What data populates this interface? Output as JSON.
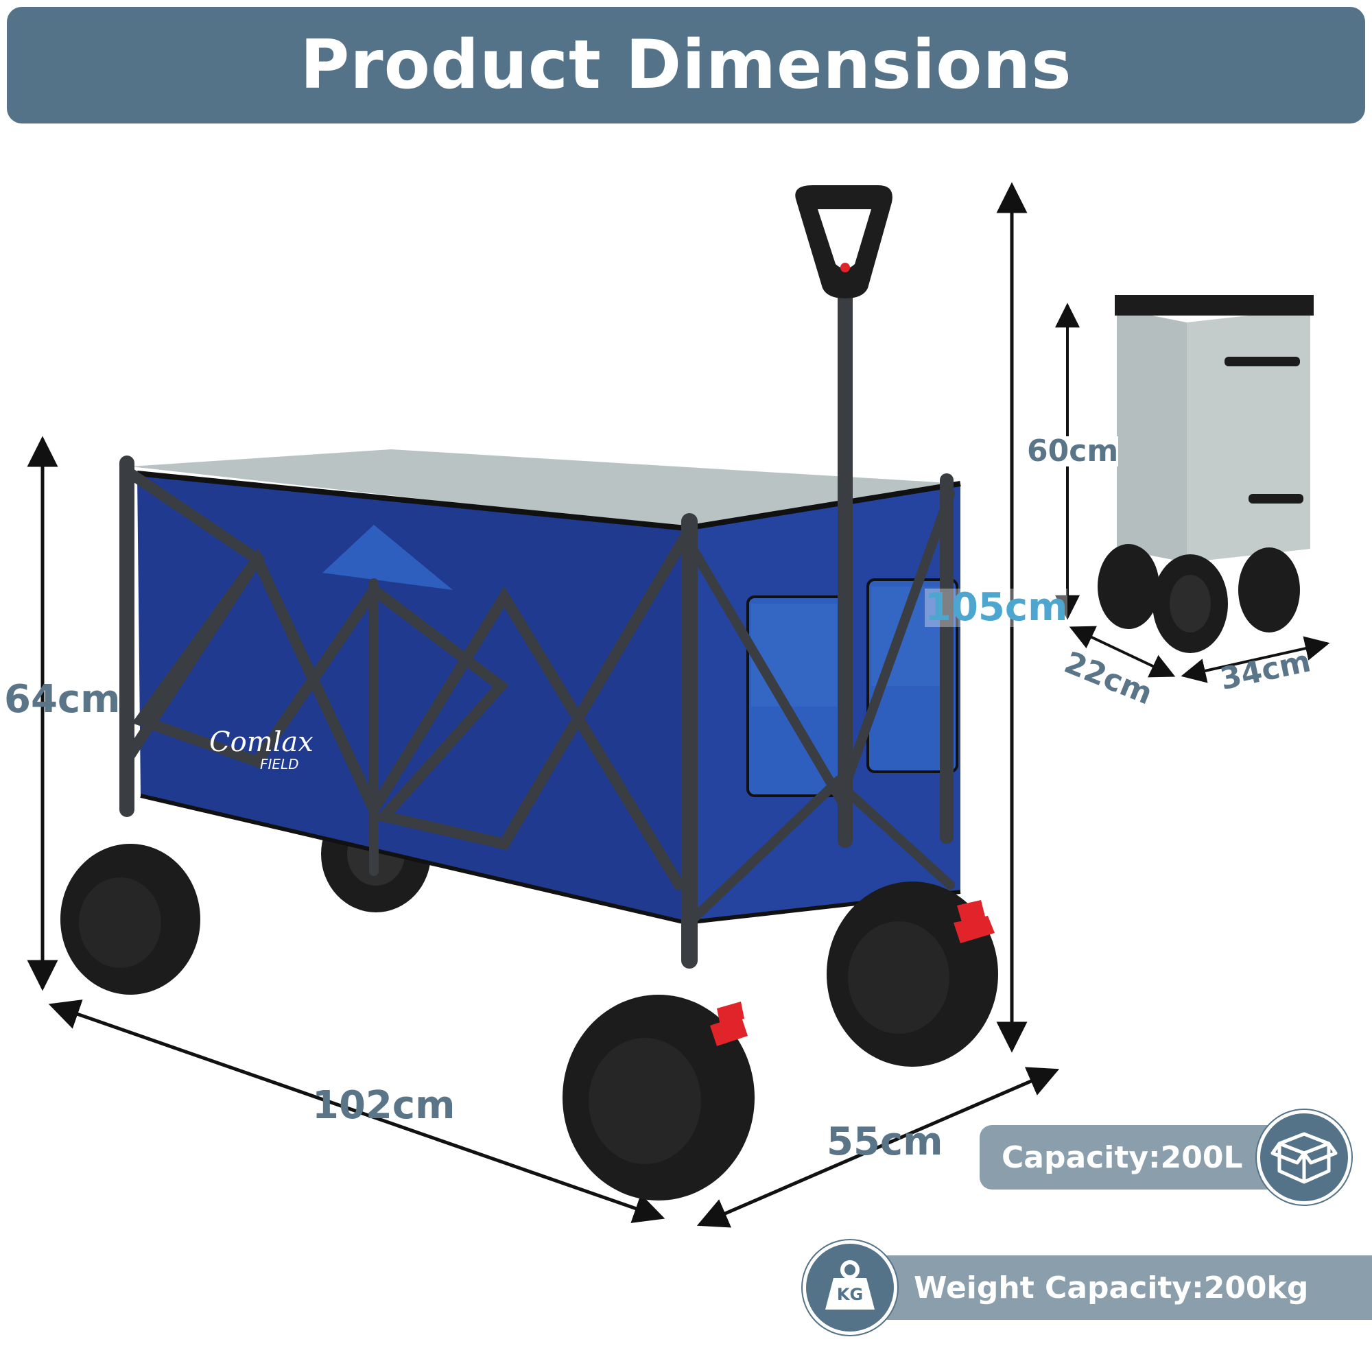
{
  "header": {
    "title": "Product Dimensions"
  },
  "dimensions": {
    "height_side": "64cm",
    "length": "102cm",
    "width": "55cm",
    "height_handle": "105cm",
    "folded_height": "60cm",
    "folded_depth": "22cm",
    "folded_width": "34cm"
  },
  "brand": {
    "name": "Comlax",
    "sub": "FIELD"
  },
  "badges": {
    "capacity_label": "Capacity:200L",
    "weight_label": "Weight Capacity:200kg",
    "weight_icon_text": "KG"
  },
  "colors": {
    "banner": "#557388",
    "dimension_text": "#5a7488",
    "pill": "#8a9eac",
    "cart_blue": "#1f3a8f",
    "cart_grey": "#b9c3c3",
    "accent_red": "#e0242a"
  },
  "icons": {
    "capacity": "box-icon",
    "weight": "weight-kg-icon"
  }
}
